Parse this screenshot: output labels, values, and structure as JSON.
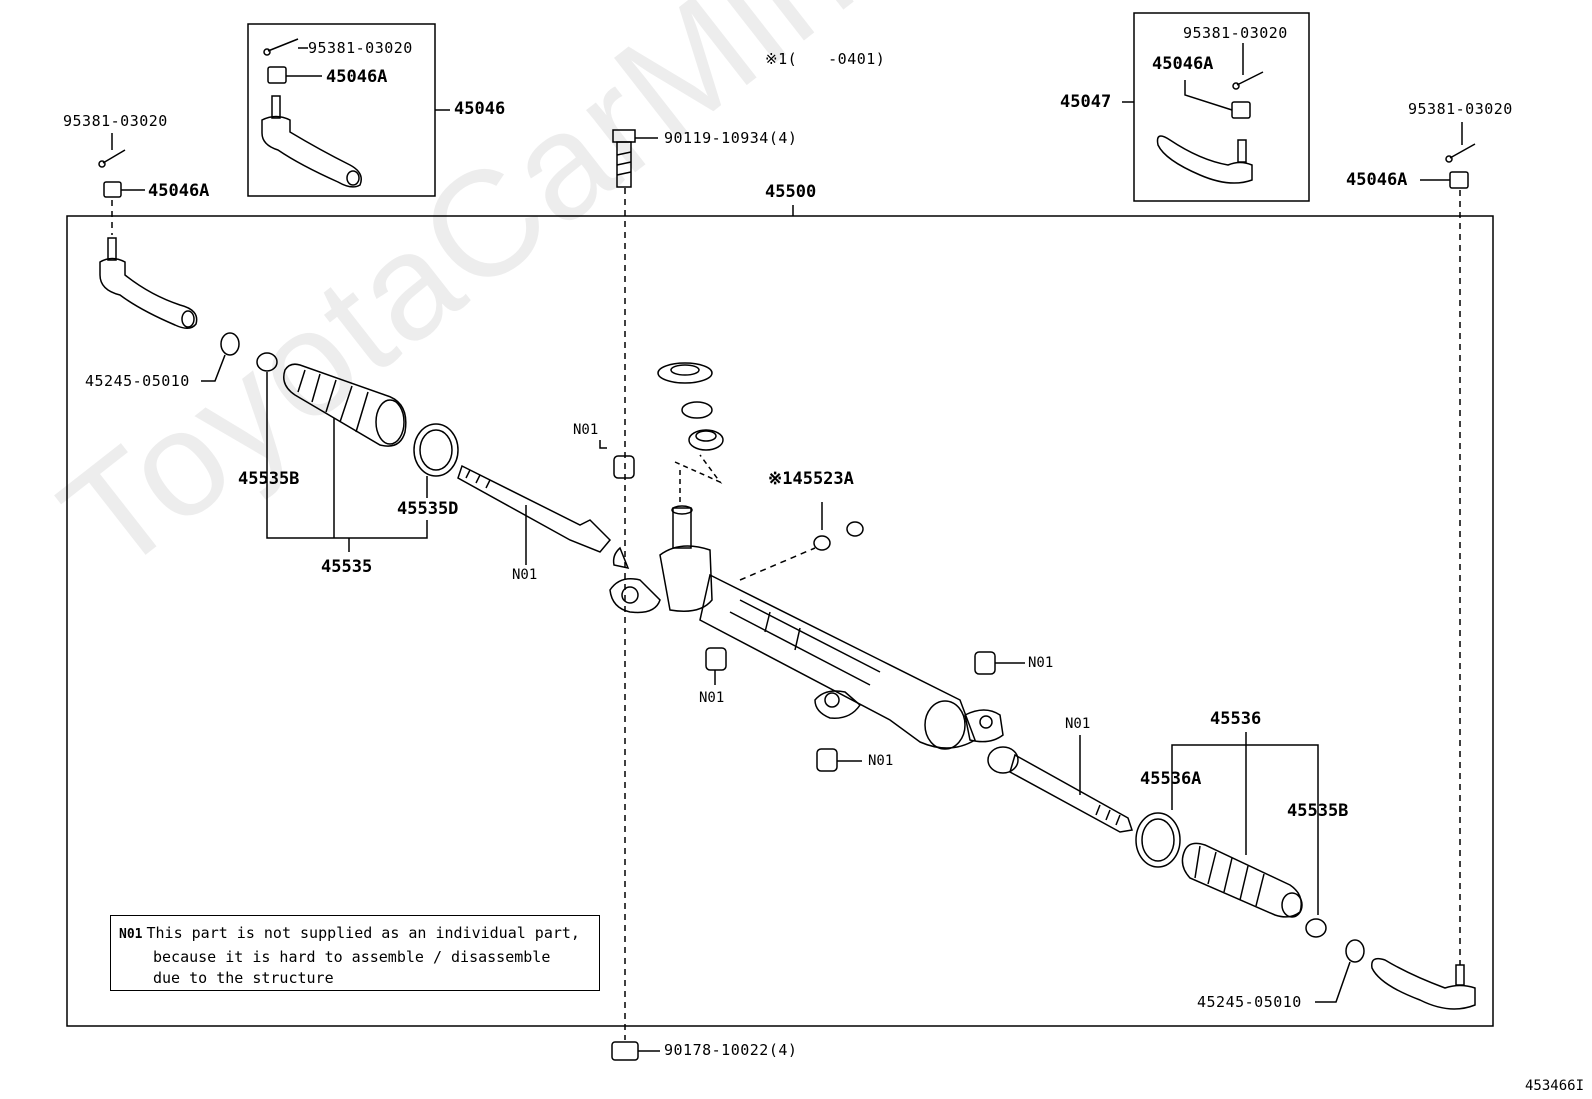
{
  "header": {
    "note_mark": "※1(　　-0401)",
    "illustration_id": "453466I"
  },
  "watermark": "ToyotaCarMine.ru",
  "labels": {
    "p_95381_tl": "95381-03020",
    "p_45046A_tl": "45046A",
    "p_45046": "45046",
    "p_95381_l": "95381-03020",
    "p_45046A_l": "45046A",
    "p_90119": "90119-10934(4)",
    "p_45500": "45500",
    "p_45047": "45047",
    "p_95381_tr": "95381-03020",
    "p_45046A_tr": "45046A",
    "p_95381_r": "95381-03020",
    "p_45046A_r": "45046A",
    "p_45245_l": "45245-05010",
    "p_45535B_l": "45535B",
    "p_45535D": "45535D",
    "p_45535": "45535",
    "p_N01_a": "N01",
    "p_N01_b": "N01",
    "p_145523A": "※145523A",
    "p_N01_c": "N01",
    "p_N01_d": "N01",
    "p_N01_e": "N01",
    "p_N01_f": "N01",
    "p_45536": "45536",
    "p_45536A": "45536A",
    "p_45535B_r": "45535B",
    "p_45245_r": "45245-05010",
    "p_90178": "90178-10022(4)"
  },
  "note": {
    "code": "N01",
    "line1": "This part is not supplied as an individual part,",
    "line2": "because it is hard to assemble / disassemble",
    "line3": "due to the structure"
  },
  "icons": [
    "tie-rod-end-icon",
    "boot-icon",
    "clamp-icon",
    "nut-icon",
    "cotter-pin-icon",
    "bolt-icon",
    "rack-housing-icon",
    "inner-tie-rod-icon",
    "bushing-icon",
    "washer-icon"
  ]
}
